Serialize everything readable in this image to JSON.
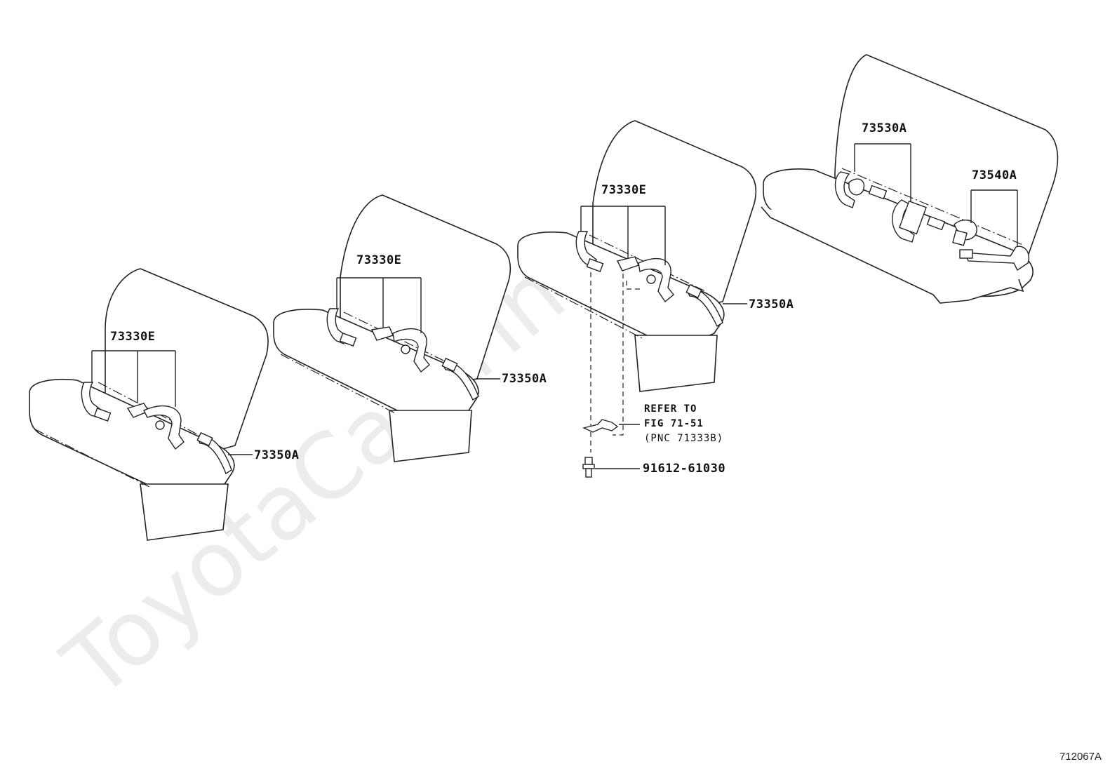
{
  "watermark": "ToyotaCamrine.ru",
  "diagram_code": "712067A",
  "seats": [
    {
      "belt_label": "73330E",
      "anchor_label": "73350A"
    },
    {
      "belt_label": "73330E",
      "anchor_label": "73350A"
    },
    {
      "belt_label": "73330E",
      "anchor_label": "73350A"
    },
    {
      "belt_label_left": "73530A",
      "belt_label_right": "73540A"
    }
  ],
  "note": {
    "line1": "REFER TO",
    "line2": "FIG 71-51",
    "line3": "(PNC 71333B)"
  },
  "bolt_label": "91612-61030"
}
